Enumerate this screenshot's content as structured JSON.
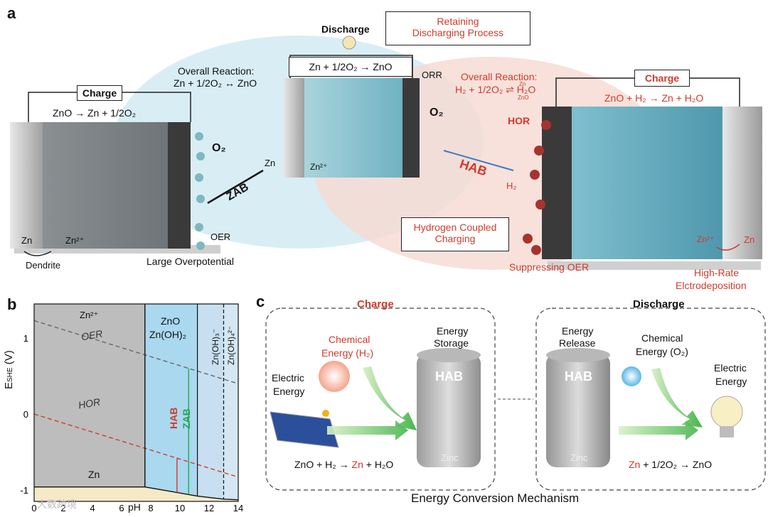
{
  "panels": {
    "a": "a",
    "b": "b",
    "c": "c"
  },
  "panel_a": {
    "left": {
      "charge_label": "Charge",
      "charge_reaction": "ZnO → Zn + 1/2O₂",
      "zn": "Zn",
      "zn2": "Zn²⁺",
      "dendrite": "Dendrite",
      "o2": "O₂",
      "oer": "OER",
      "overpotential": "Large Overpotential"
    },
    "overall_left": {
      "line1": "Overall Reaction:",
      "line2": "Zn + 1/2O₂ ↔ ZnO"
    },
    "zab": "ZAB",
    "middle": {
      "discharge_label": "Discharge",
      "retaining_line1": "Retaining",
      "retaining_line2": "Discharging Process",
      "reaction": "Zn +  1/2O₂ → ZnO",
      "orr": "ORR",
      "o2": "O₂",
      "zn": "Zn",
      "zn2": "Zn²⁺"
    },
    "overall_right": {
      "line1": "Overall Reaction:",
      "line2": "H₂ + 1/2O₂ ⇌ H₂O",
      "arrow_top": "Zn",
      "arrow_bottom": "ZnO"
    },
    "hab": "HAB",
    "right": {
      "charge_label": "Charge",
      "charge_reaction": "ZnO + H₂ → Zn + H₂O",
      "hor": "HOR",
      "h2": "H₂",
      "suppressing": "Suppressing OER",
      "zn2": "Zn²⁺",
      "zn": "Zn",
      "high_rate_line1": "High-Rate",
      "high_rate_line2": "Elctrodeposition"
    },
    "hydrogen_coupled_line1": "Hydrogen Coupled",
    "hydrogen_coupled_line2": "Charging"
  },
  "panel_b": {
    "ylabel": "E",
    "ylabel_sub": "SHE",
    "ylabel_unit": " (V)",
    "xlabel": "pH",
    "regions": {
      "zn2": "Zn²⁺",
      "zno": "ZnO",
      "znoh2": "Zn(OH)₂",
      "znoh3": "Zn(OH)₃⁻",
      "znoh4": "Zn(OH)₄²⁻",
      "zn": "Zn"
    },
    "lines": {
      "oer": "OER",
      "hor": "HOR",
      "hab": "HAB",
      "zab": "ZAB"
    },
    "xticks": [
      "0",
      "2",
      "4",
      "6",
      "8",
      "10",
      "12",
      "14"
    ],
    "yticks": [
      "1",
      "0",
      "-1"
    ]
  },
  "chart_data": {
    "type": "line",
    "title": "",
    "xlabel": "pH",
    "ylabel": "E_SHE (V)",
    "xlim": [
      0,
      14
    ],
    "ylim": [
      -1.15,
      1.45
    ],
    "series": [
      {
        "name": "OER",
        "x": [
          0,
          14
        ],
        "y": [
          1.23,
          0.4
        ]
      },
      {
        "name": "HOR",
        "x": [
          0,
          14
        ],
        "y": [
          0.0,
          -0.83
        ]
      },
      {
        "name": "Zn",
        "x": [
          0,
          7.6,
          11.2,
          13.0,
          14
        ],
        "y": [
          -0.96,
          -0.96,
          -1.08,
          -1.12,
          -1.13
        ]
      }
    ],
    "boundaries_x": [
      7.6,
      11.2,
      13.0
    ]
  },
  "panel_c": {
    "charge_title": "Charge",
    "discharge_title": "Discharge",
    "chemical_h2_line1": "Chemical",
    "chemical_h2_line2": "Energy (H₂)",
    "electric_line1": "Electric",
    "electric_line2": "Energy",
    "storage_line1": "Energy",
    "storage_line2": "Storage",
    "release_line1": "Energy",
    "release_line2": "Release",
    "chemical_o2_line1": "Chemical",
    "chemical_o2_line2": "Energy (O₂)",
    "electric2_line1": "Electric",
    "electric2_line2": "Energy",
    "hab": "HAB",
    "zinc": "Zinc",
    "eq_charge_a": "ZnO + H₂ → ",
    "eq_charge_zn": "Zn",
    "eq_charge_b": " + H₂O",
    "eq_dis_zn": "Zn",
    "eq_dis_b": " + 1/2O₂ → ZnO",
    "mechanism": "Energy Conversion Mechanism"
  },
  "colors": {
    "accent_red": "#d23a2a",
    "teal": "#3aa6b9",
    "blue_region": "#a9d8ef",
    "gray_region": "#bdbdbd",
    "zn_region": "#f5e9c8"
  },
  "watermark": "大数跨境"
}
